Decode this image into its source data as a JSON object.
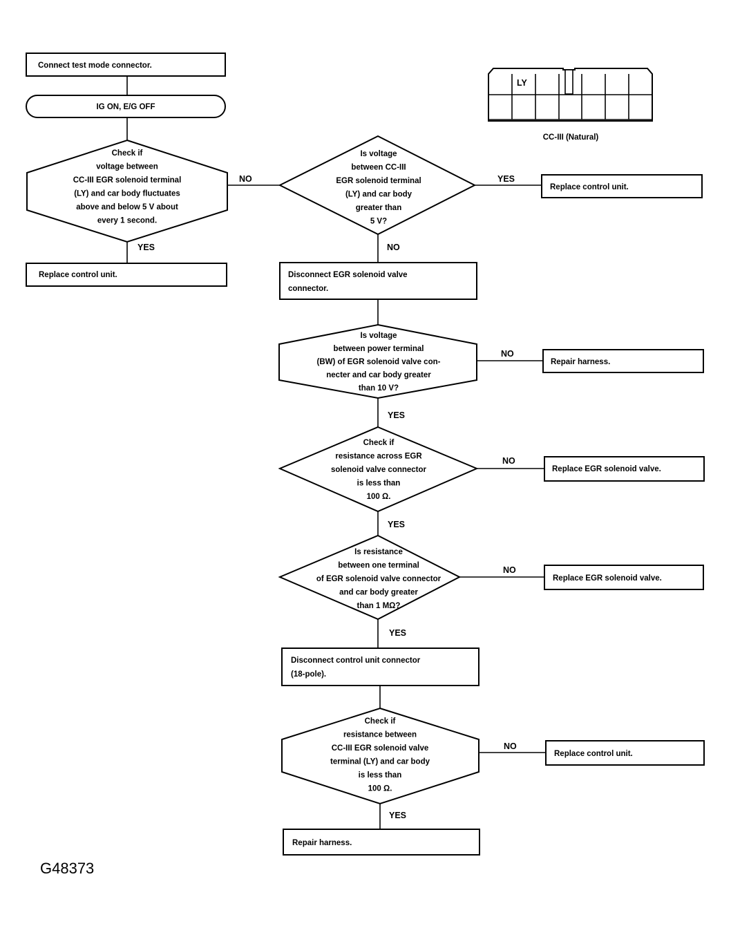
{
  "figure_id": "G48373",
  "connector": {
    "pin_label": "LY",
    "caption": "CC-III (Natural)"
  },
  "steps": {
    "connect_test_mode": "Connect test mode connector.",
    "ig_on": "IG ON, E/G OFF",
    "check_fluctuate": [
      "Check if",
      "voltage between",
      "CC-III EGR solenoid terminal",
      "(LY) and car body fluctuates",
      "above and below 5 V about",
      "every 1 second."
    ],
    "replace_cu_1": "Replace control unit.",
    "is_voltage_5v": [
      "Is voltage",
      "between CC-III",
      "EGR solenoid terminal",
      "(LY) and car body",
      "greater than",
      "5 V?"
    ],
    "replace_cu_2": "Replace control unit.",
    "disconnect_egr": [
      "Disconnect EGR solenoid valve",
      "connector."
    ],
    "is_voltage_10v": [
      "Is voltage",
      "between power terminal",
      "(BW) of EGR solenoid valve con-",
      "necter and car body greater",
      "than 10 V?"
    ],
    "repair_harness_1": "Repair harness.",
    "check_resistance_100": [
      "Check if",
      "resistance across EGR",
      "solenoid valve connector",
      "is less than",
      "100 Ω."
    ],
    "replace_egr_1": "Replace EGR solenoid valve.",
    "is_resistance_1m": [
      "Is resistance",
      "between one terminal",
      "of EGR solenoid valve connector",
      "and car body greater",
      "than 1 MΩ?"
    ],
    "replace_egr_2": "Replace EGR solenoid valve.",
    "disconnect_cu": [
      "Disconnect control unit connector",
      "(18-pole)."
    ],
    "check_resistance_ly": [
      "Check if",
      "resistance between",
      "CC-III EGR solenoid valve",
      "terminal (LY) and car body",
      "is less than",
      "100 Ω."
    ],
    "replace_cu_3": "Replace control unit.",
    "repair_harness_2": "Repair harness."
  },
  "labels": {
    "no1": "NO",
    "yes1": "YES",
    "yes2": "YES",
    "no2": "NO",
    "no3": "NO",
    "yes3": "YES",
    "no4": "NO",
    "yes4": "YES",
    "no5": "NO",
    "yes5": "YES",
    "no6": "NO",
    "yes6": "YES"
  }
}
